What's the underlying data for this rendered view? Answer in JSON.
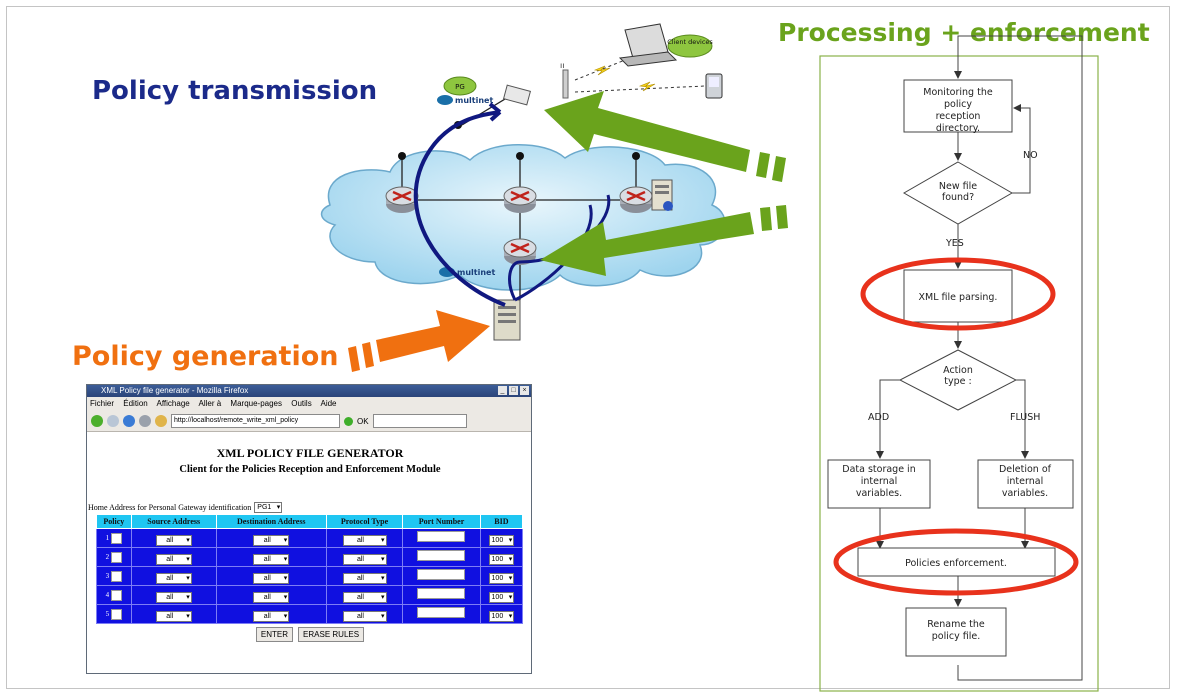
{
  "titles": {
    "transmission": "Policy transmission",
    "processing": "Processing + enforcement",
    "generation": "Policy generation"
  },
  "network": {
    "logo_text": "multinet",
    "pg_label": "PG",
    "client_devices_label": "Client devices"
  },
  "flowchart": {
    "monitor": "Monitoring the policy reception directory.",
    "decision_new_file": "New file found?",
    "no_label": "NO",
    "yes_label": "YES",
    "xml_parsing": "XML file parsing.",
    "action_type": "Action type :",
    "add_label": "ADD",
    "flush_label": "FLUSH",
    "data_storage": "Data storage in internal variables.",
    "deletion": "Deletion of internal variables.",
    "enforcement": "Policies enforcement.",
    "rename": "Rename the policy file."
  },
  "browser": {
    "window_title": "XML Policy file generator - Mozilla Firefox",
    "menu": [
      "Fichier",
      "Édition",
      "Affichage",
      "Aller à",
      "Marque-pages",
      "Outils",
      "Aide"
    ],
    "url": "http://localhost/remote_write_xml_policy",
    "ok_label": "OK",
    "heading": "XML POLICY FILE GENERATOR",
    "subheading": "Client for the Policies Reception and Enforcement Module",
    "home_label": "Home Address for Personal Gateway identification",
    "home_value": "PG1",
    "columns": [
      "Policy",
      "Source Address",
      "Destination Address",
      "Protocol Type",
      "Port Number",
      "BID"
    ],
    "rows": [
      {
        "num": "1",
        "src": "all",
        "dst": "all",
        "proto": "all",
        "bid": "100"
      },
      {
        "num": "2",
        "src": "all",
        "dst": "all",
        "proto": "all",
        "bid": "100"
      },
      {
        "num": "3",
        "src": "all",
        "dst": "all",
        "proto": "all",
        "bid": "100"
      },
      {
        "num": "4",
        "src": "all",
        "dst": "all",
        "proto": "all",
        "bid": "100"
      },
      {
        "num": "5",
        "src": "all",
        "dst": "all",
        "proto": "all",
        "bid": "100"
      }
    ],
    "enter_label": "ENTER",
    "erase_label": "ERASE RULES"
  },
  "colors": {
    "transmission": "#1b2a8a",
    "processing": "#6aa31c",
    "generation": "#f07010",
    "highlight": "#e8321c",
    "path": "#101880"
  }
}
